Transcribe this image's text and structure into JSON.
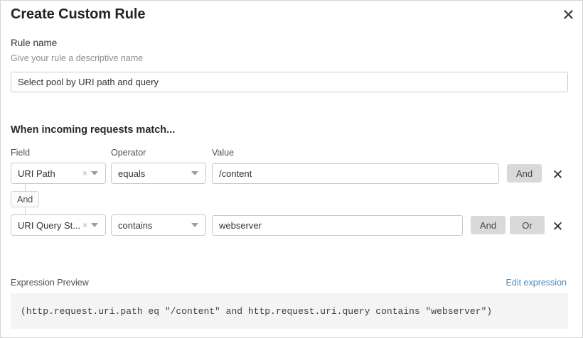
{
  "dialog": {
    "title": "Create Custom Rule",
    "close_icon": "close-icon"
  },
  "rule_name": {
    "label": "Rule name",
    "help": "Give your rule a descriptive name",
    "value": "Select pool by URI path and query",
    "placeholder": ""
  },
  "match_section": {
    "heading": "When incoming requests match...",
    "columns": {
      "field": "Field",
      "operator": "Operator",
      "value": "Value"
    },
    "connector": {
      "label": "And"
    },
    "rows": [
      {
        "field": "URI Path",
        "field_clear_icon": "clear-icon",
        "field_caret_icon": "chevron-down-icon",
        "operator": "equals",
        "operator_caret_icon": "chevron-down-icon",
        "value": "/content",
        "logic_buttons": [
          "And"
        ],
        "delete_icon": "close-icon"
      },
      {
        "field": "URI Query St...",
        "field_clear_icon": "clear-icon",
        "field_caret_icon": "chevron-down-icon",
        "operator": "contains",
        "operator_caret_icon": "chevron-down-icon",
        "value": "webserver",
        "logic_buttons": [
          "And",
          "Or"
        ],
        "delete_icon": "close-icon"
      }
    ]
  },
  "expression_preview": {
    "label": "Expression Preview",
    "edit_link": "Edit expression",
    "code": "(http.request.uri.path eq \"/content\" and http.request.uri.query contains \"webserver\")"
  },
  "colors": {
    "link": "#5087b8",
    "button_gray": "#d7d9da",
    "border": "#c7cacc",
    "code_bg": "#f4f4f4",
    "text": "#2f3234",
    "muted_text": "#8c9093"
  }
}
